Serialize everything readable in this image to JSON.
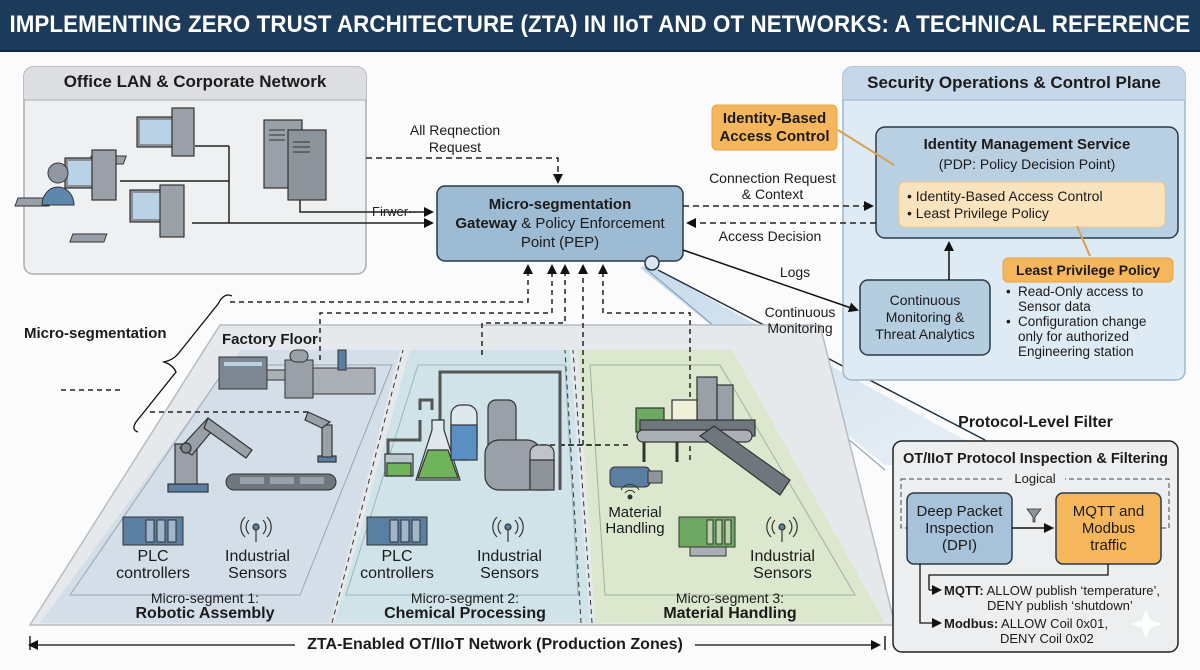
{
  "title": "IMPLEMENTING ZERO TRUST ARCHITECTURE (ZTA) IN IIoT AND OT NETWORKS: A TECHNICAL REFERENCE",
  "office": {
    "title": "Office LAN & Corporate Network",
    "firewall_label": "Firwer··",
    "request_label_line1": "All Reqnection",
    "request_label_line2": "Request"
  },
  "pep": {
    "line1": "Micro-segmentation",
    "line2_bold": "Gateway",
    "line2_rest": " & Policy Enforcement",
    "line3": "Point (PEP)"
  },
  "flows": {
    "conn_request_line1": "Connection Request",
    "conn_request_line2": "& Context",
    "access_decision": "Access Decision",
    "logs": "Logs",
    "cont_mon_line1": "Continuous",
    "cont_mon_line2": "Monitoring"
  },
  "soc": {
    "title": "Security Operations & Control Plane",
    "callout_ibac_line1": "Identity-Based",
    "callout_ibac_line2": "Access Control",
    "ims_title": "Identity Management Service",
    "ims_subtitle": "(PDP: Policy Decision Point)",
    "ims_bullets": [
      "• Identity-Based Access Control",
      "• Least Privilege Policy"
    ],
    "monitoring_line1": "Continuous",
    "monitoring_line2": "Monitoring &",
    "monitoring_line3": "Threat Analytics",
    "lpp_title": "Least Privilege Policy",
    "lpp_bullets": [
      {
        "line1": "Read-Only access to",
        "line2": "Sensor data"
      },
      {
        "line1": "Configuration change",
        "line2": "only for authorized",
        "line3": "Engineering station"
      }
    ]
  },
  "factory": {
    "micro_seg_label": "Micro-segmentation",
    "floor_label": "Factory Floor",
    "segments": [
      {
        "sub": "Micro-segment 1:",
        "name": "Robotic Assembly",
        "plc_line1": "PLC",
        "plc_line2": "controllers",
        "sensor_line1": "Industrial",
        "sensor_line2": "Sensors"
      },
      {
        "sub": "Micro-segment 2:",
        "name": "Chemical Processing",
        "plc_line1": "PLC",
        "plc_line2": "controllers",
        "sensor_line1": "Industrial",
        "sensor_line2": "Sensors"
      },
      {
        "sub": "Micro-segment 3:",
        "name": "Material Handling",
        "mh_line1": "Material",
        "mh_line2": "Handling",
        "sensor_line1": "Industrial",
        "sensor_line2": "Sensors"
      }
    ],
    "network_label": "ZTA-Enabled OT/IIoT Network (Production Zones)"
  },
  "protocol": {
    "heading": "Protocol-Level Filter",
    "title": "OT/IIoT Protocol Inspection & Filtering",
    "logical": "Logical",
    "dpi_line1": "Deep Packet",
    "dpi_line2": "Inspection",
    "dpi_line3": "(DPI)",
    "traffic_line1": "MQTT and",
    "traffic_line2": "Modbus",
    "traffic_line3": "traffic",
    "rules": [
      {
        "proto": "MQTT:",
        "line1": " ALLOW publish ‘temperature’,",
        "line2": "DENY publish ‘shutdown’"
      },
      {
        "proto": "Modbus:",
        "line1": " ALLOW Coil 0x01,",
        "line2": "DENY Coil 0x02"
      }
    ]
  },
  "colors": {
    "header_bg": "#1c3a5a",
    "pep_fill": "#9dbbd3",
    "callout_orange": "#f5b65c",
    "soc_fill": "#deeaf4",
    "segment1": "#d3dee8",
    "segment2": "#cfe3e8",
    "segment3": "#dbe8cd"
  }
}
